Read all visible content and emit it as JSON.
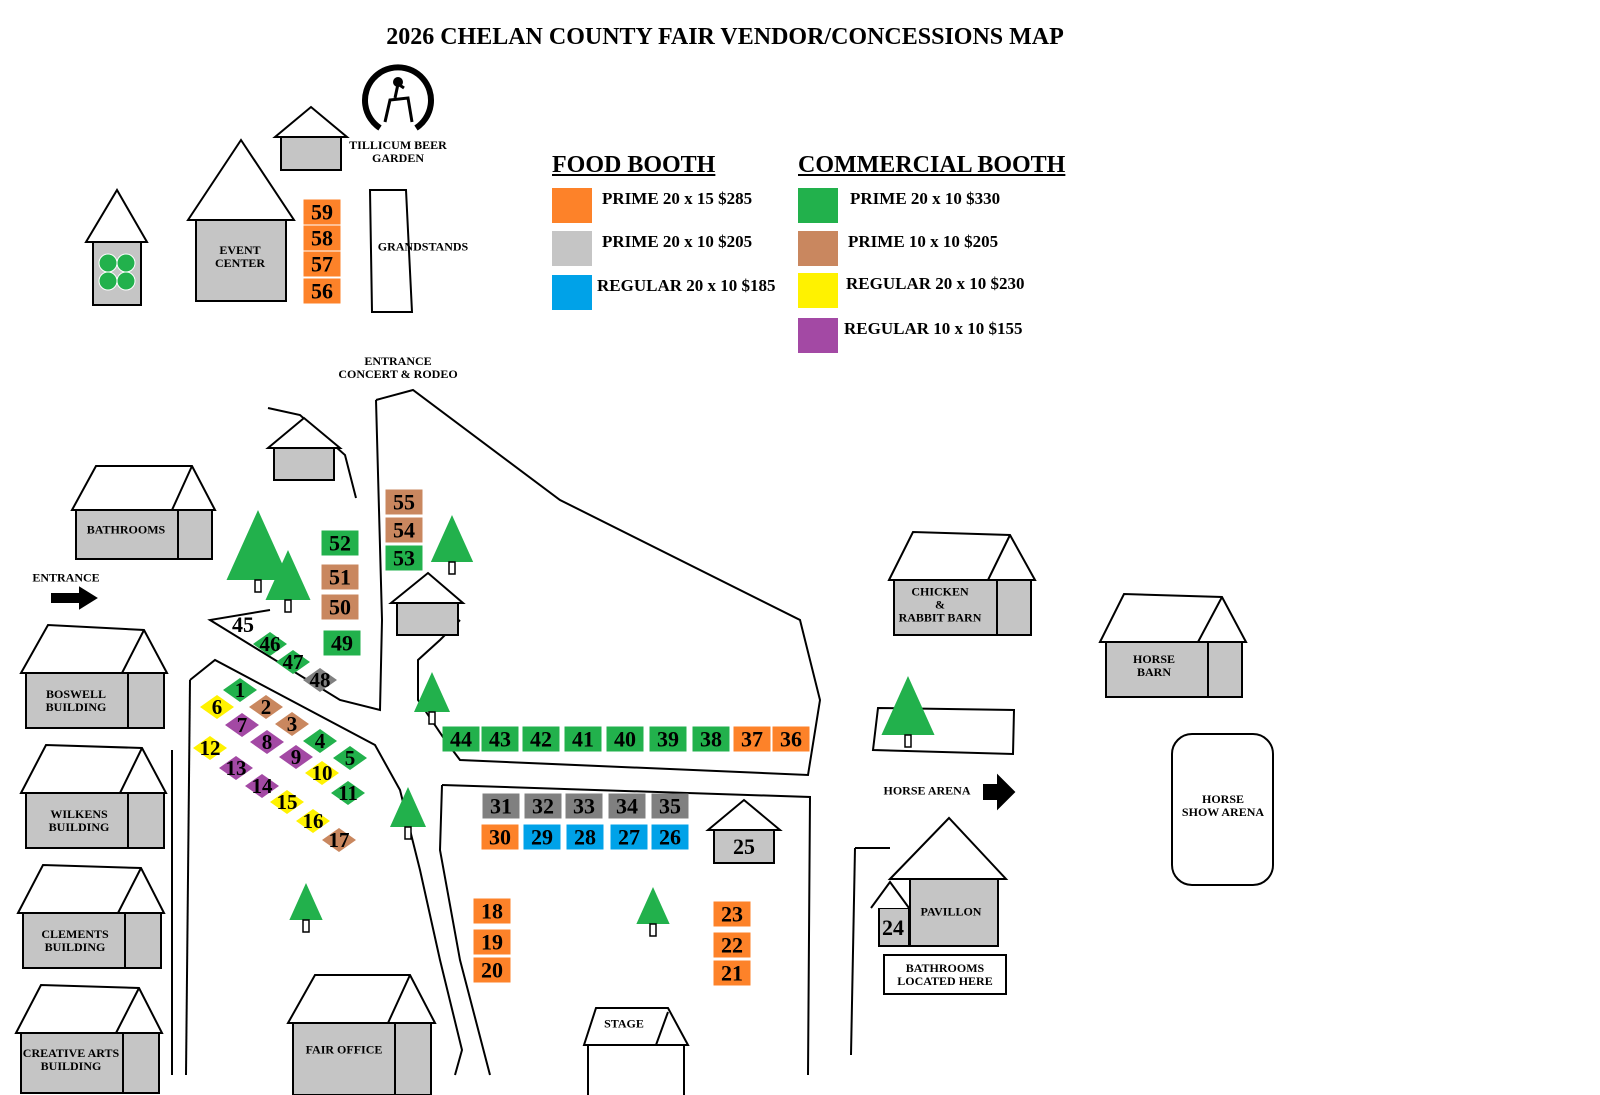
{
  "title": "2026 CHELAN COUNTY FAIR VENDOR/CONCESSIONS MAP",
  "colors": {
    "orange": "#fd8229",
    "lightgray": "#c5c5c5",
    "darkgray": "#808080",
    "blue": "#00a2e8",
    "green": "#22b14c",
    "brown": "#c9875f",
    "yellow": "#fff200",
    "purple": "#a349a4"
  },
  "legend": {
    "food": {
      "title": "FOOD BOOTH",
      "items": [
        {
          "label": "PRIME 20 x 15 $285",
          "color": "orange"
        },
        {
          "label": "PRIME 20 x 10 $205",
          "color": "lightgray"
        },
        {
          "label": "REGULAR 20 x 10 $185",
          "color": "blue"
        }
      ]
    },
    "commercial": {
      "title": "COMMERCIAL BOOTH",
      "items": [
        {
          "label": "PRIME 20 x 10 $330",
          "color": "green"
        },
        {
          "label": "PRIME 10 x 10 $205",
          "color": "brown"
        },
        {
          "label": "REGULAR 20 x 10 $230",
          "color": "yellow"
        },
        {
          "label": "REGULAR 10 x 10 $155",
          "color": "purple"
        }
      ]
    }
  },
  "labels": {
    "beer_garden": "TILLICUM BEER\nGARDEN",
    "event_center": "EVENT\nCENTER",
    "grandstands": "GRANDSTANDS",
    "entrance_concert": "ENTRANCE\nCONCERT & RODEO",
    "bathrooms": "BATHROOMS",
    "entrance": "ENTRANCE",
    "boswell": "BOSWELL\nBUILDING",
    "wilkens": "WILKENS\nBUILDING",
    "clements": "CLEMENTS\nBUILDING",
    "creative_arts": "CREATIVE ARTS\nBUILDING",
    "fair_office": "FAIR OFFICE",
    "stage": "STAGE",
    "chicken_barn": "CHICKEN\n&\nRABBIT BARN",
    "horse_barn": "HORSE\nBARN",
    "horse_arena": "HORSE ARENA",
    "horse_show_arena": "HORSE\nSHOW ARENA",
    "pavillon": "PAVILLON",
    "bathrooms_here": "BATHROOMS\nLOCATED HERE",
    "booth_45": "45",
    "booth_25": "25",
    "booth_24": "24"
  },
  "booths": [
    {
      "n": "59",
      "c": "orange"
    },
    {
      "n": "58",
      "c": "orange"
    },
    {
      "n": "57",
      "c": "orange"
    },
    {
      "n": "56",
      "c": "orange"
    },
    {
      "n": "55",
      "c": "brown"
    },
    {
      "n": "54",
      "c": "brown"
    },
    {
      "n": "53",
      "c": "green"
    },
    {
      "n": "52",
      "c": "green"
    },
    {
      "n": "51",
      "c": "brown"
    },
    {
      "n": "50",
      "c": "brown"
    },
    {
      "n": "49",
      "c": "green"
    },
    {
      "n": "44",
      "c": "green"
    },
    {
      "n": "43",
      "c": "green"
    },
    {
      "n": "42",
      "c": "green"
    },
    {
      "n": "41",
      "c": "green"
    },
    {
      "n": "40",
      "c": "green"
    },
    {
      "n": "39",
      "c": "green"
    },
    {
      "n": "38",
      "c": "green"
    },
    {
      "n": "37",
      "c": "orange"
    },
    {
      "n": "36",
      "c": "orange"
    },
    {
      "n": "31",
      "c": "darkgray"
    },
    {
      "n": "32",
      "c": "darkgray"
    },
    {
      "n": "33",
      "c": "darkgray"
    },
    {
      "n": "34",
      "c": "darkgray"
    },
    {
      "n": "35",
      "c": "darkgray"
    },
    {
      "n": "30",
      "c": "orange"
    },
    {
      "n": "29",
      "c": "blue"
    },
    {
      "n": "28",
      "c": "blue"
    },
    {
      "n": "27",
      "c": "blue"
    },
    {
      "n": "26",
      "c": "blue"
    },
    {
      "n": "18",
      "c": "orange"
    },
    {
      "n": "19",
      "c": "orange"
    },
    {
      "n": "20",
      "c": "orange"
    },
    {
      "n": "23",
      "c": "orange"
    },
    {
      "n": "22",
      "c": "orange"
    },
    {
      "n": "21",
      "c": "orange"
    }
  ],
  "diamonds": [
    {
      "n": "46",
      "c": "green"
    },
    {
      "n": "47",
      "c": "green"
    },
    {
      "n": "48",
      "c": "darkgray"
    },
    {
      "n": "1",
      "c": "green"
    },
    {
      "n": "6",
      "c": "yellow"
    },
    {
      "n": "2",
      "c": "brown"
    },
    {
      "n": "7",
      "c": "purple"
    },
    {
      "n": "3",
      "c": "brown"
    },
    {
      "n": "8",
      "c": "purple"
    },
    {
      "n": "4",
      "c": "green"
    },
    {
      "n": "12",
      "c": "yellow"
    },
    {
      "n": "9",
      "c": "purple"
    },
    {
      "n": "5",
      "c": "green"
    },
    {
      "n": "13",
      "c": "purple"
    },
    {
      "n": "10",
      "c": "yellow"
    },
    {
      "n": "14",
      "c": "purple"
    },
    {
      "n": "11",
      "c": "green"
    },
    {
      "n": "15",
      "c": "yellow"
    },
    {
      "n": "16",
      "c": "yellow"
    },
    {
      "n": "17",
      "c": "brown"
    }
  ]
}
